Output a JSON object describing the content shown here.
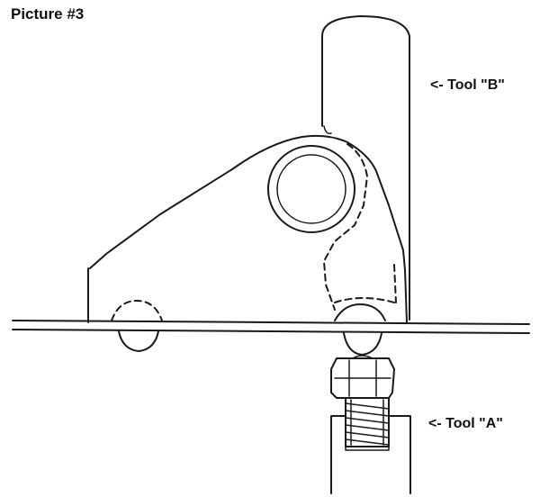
{
  "figure": {
    "title": "Picture #3",
    "labels": {
      "tool_b": "<- Tool \"B\"",
      "tool_a": "<- Tool \"A\""
    }
  }
}
